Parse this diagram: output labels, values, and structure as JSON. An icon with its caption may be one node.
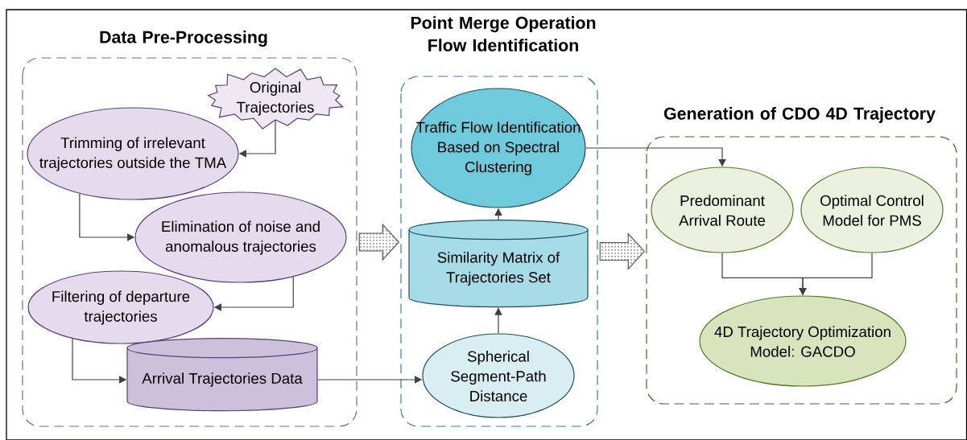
{
  "diagram": {
    "nodes": [
      {
        "text": [
          "Data Pre-Processing"
        ]
      },
      {
        "text": [
          "Original Trajectories"
        ],
        "in": 0
      },
      {
        "text": [
          "Trimming of irrelevant trajectories outside the TMA"
        ],
        "in": 0
      },
      {
        "text": [
          "Elimination of noise and anomalous trajectories"
        ],
        "in": 0
      },
      {
        "text": [
          "Filtering of departure trajectories"
        ],
        "in": 0
      },
      {
        "text": [
          "Arrival Trajectories Data"
        ],
        "in": 0
      },
      {
        "text": [
          "Point Merge Operation Flow Identification"
        ]
      },
      {
        "text": [
          "Traffic Flow Identification Based on Spectral Clustering"
        ],
        "in": 6
      },
      {
        "text": [
          "Similarity Matrix of Trajectories Set"
        ],
        "in": 6
      },
      {
        "text": [
          "Spherical Segment-Path Distance"
        ],
        "in": 6
      },
      {
        "text": [
          "Generation of CDO 4D Trajectory"
        ]
      },
      {
        "text": [
          "Predominant Arrival Route"
        ],
        "in": 10
      },
      {
        "text": [
          "Optimal Control Model for PMS"
        ],
        "in": 10
      },
      {
        "text": [
          "4D Trajectory Optimization Model: GACDO"
        ],
        "in": 10
      }
    ],
    "edges": [
      {
        "from": 1,
        "to": 2,
        "arrow": "to"
      },
      {
        "from": 2,
        "to": 3,
        "arrow": "to"
      },
      {
        "from": 3,
        "to": 4,
        "arrow": "to"
      },
      {
        "from": 4,
        "to": 5,
        "arrow": "to"
      },
      {
        "from": 5,
        "to": 9,
        "arrow": "to"
      },
      {
        "from": 9,
        "to": 8,
        "arrow": "to"
      },
      {
        "from": 8,
        "to": 7,
        "arrow": "to"
      },
      {
        "from": 7,
        "to": 11,
        "arrow": "to"
      },
      {
        "from": 11,
        "to": 13,
        "arrow": "to"
      },
      {
        "from": 12,
        "to": 13,
        "arrow": "to"
      },
      {
        "from": 0,
        "to": 6,
        "arrow": "to",
        "style": "thick"
      },
      {
        "from": 6,
        "to": 10,
        "arrow": "to",
        "style": "thick"
      }
    ]
  }
}
